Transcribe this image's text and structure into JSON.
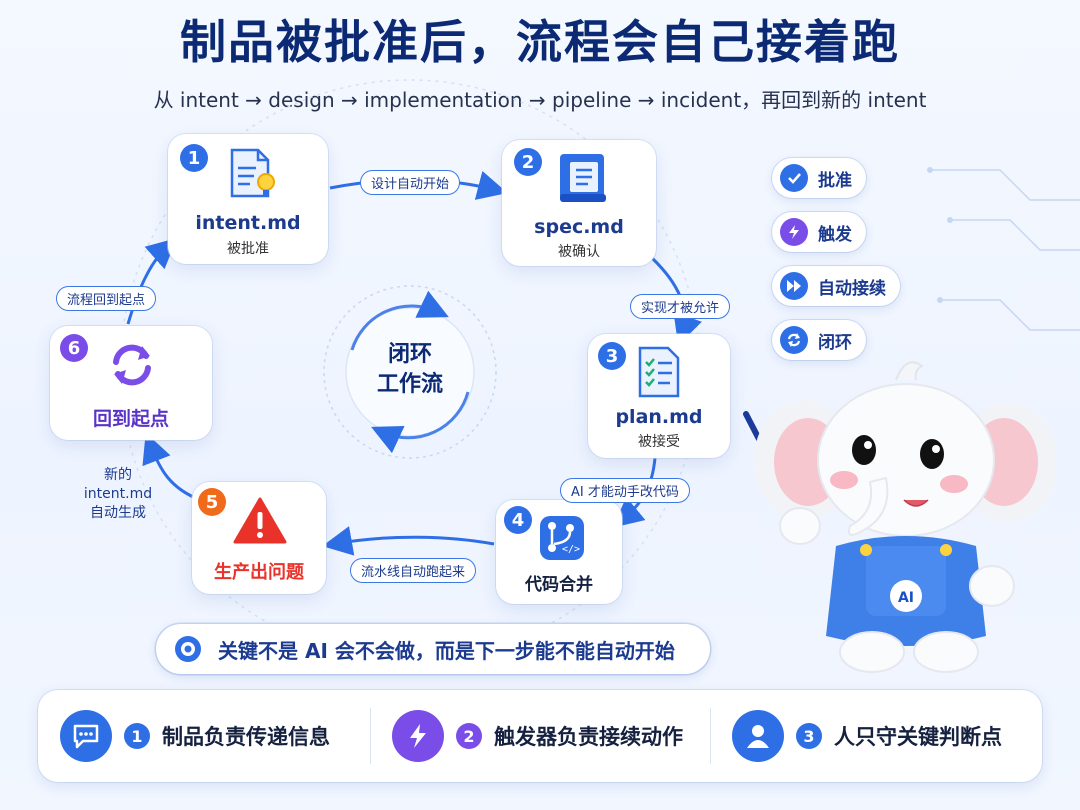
{
  "title": "制品被批准后，流程会自己接着跑",
  "subtitle": "从 intent → design → implementation → pipeline → incident，再回到新的 intent",
  "center_label": {
    "line1": "闭环",
    "line2": "工作流"
  },
  "steps": [
    {
      "num": "1",
      "title": "intent.md",
      "sub": "被批准"
    },
    {
      "num": "2",
      "title": "spec.md",
      "sub": "被确认"
    },
    {
      "num": "3",
      "title": "plan.md",
      "sub": "被接受"
    },
    {
      "num": "4",
      "title": "代码合并",
      "sub": ""
    },
    {
      "num": "5",
      "title": "生产出问题",
      "sub": ""
    },
    {
      "num": "6",
      "title": "回到起点",
      "sub": ""
    }
  ],
  "transitions": {
    "t12": "设计自动开始",
    "t23": "实现才被允许",
    "t34": "AI 才能动手改代码",
    "t45": "流水线自动跑起来",
    "t56_line1": "新的",
    "t56_line2": "intent.md",
    "t56_line3": "自动生成",
    "t61": "流程回到起点"
  },
  "legend": [
    {
      "label": "批准",
      "icon": "check-icon",
      "color": "#2f6fe6"
    },
    {
      "label": "触发",
      "icon": "lightning-icon",
      "color": "#7b4de8"
    },
    {
      "label": "自动接续",
      "icon": "fast-forward-icon",
      "color": "#2f6fe6"
    },
    {
      "label": "闭环",
      "icon": "cycle-icon",
      "color": "#2f6fe6"
    }
  ],
  "key_message": "关键不是 AI 会不会做，而是下一步能不能自动开始",
  "mascot": {
    "badge": "AI"
  },
  "footer": [
    {
      "num": "1",
      "label": "制品负责传递信息",
      "icon": "chat-icon"
    },
    {
      "num": "2",
      "label": "触发器负责接续动作",
      "icon": "lightning-icon"
    },
    {
      "num": "3",
      "label": "人只守关键判断点",
      "icon": "person-icon"
    }
  ],
  "colors": {
    "primary": "#2f6fe6",
    "navy": "#0c2a73",
    "purple": "#7b4de8",
    "orange": "#f06a1a",
    "red": "#e8322a"
  }
}
